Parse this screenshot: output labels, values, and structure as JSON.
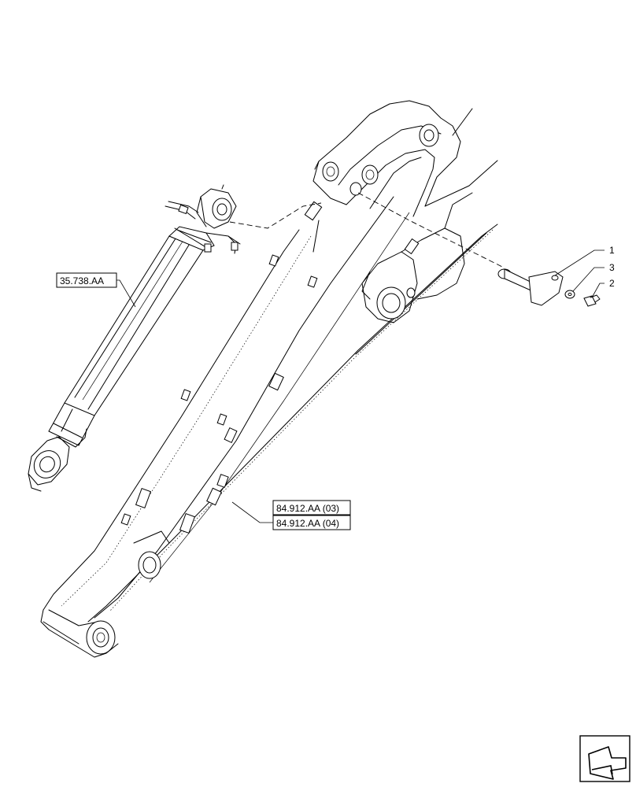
{
  "references": {
    "cylinder_ref": "35.738.AA",
    "boom_ref_1": "84.912.AA (03)",
    "boom_ref_2": "84.912.AA (04)"
  },
  "callouts": {
    "pin": "1",
    "bolt": "2",
    "washer": "3"
  }
}
